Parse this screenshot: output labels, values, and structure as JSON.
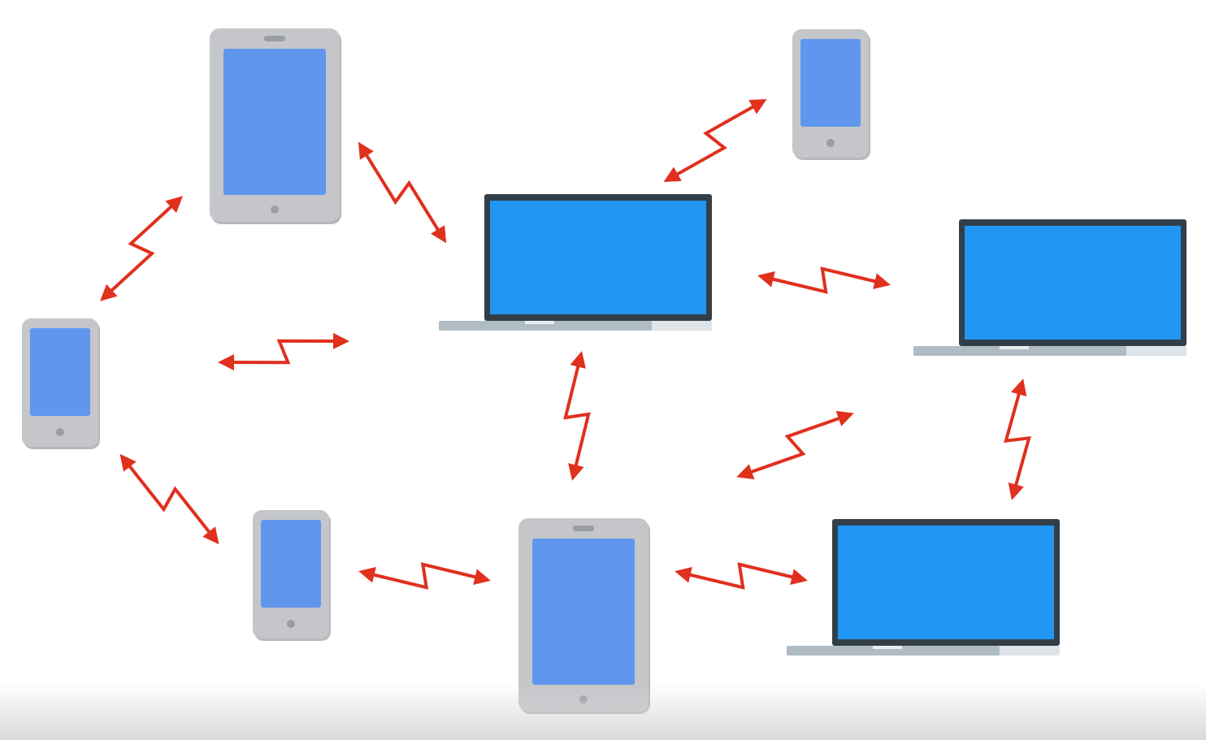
{
  "colors": {
    "background": "#ffffff",
    "device_body": "#c4c6ca",
    "device_body_shadow": "#b6b8bc",
    "device_screen": "#6196ee",
    "laptop_frame": "#333f48",
    "laptop_screen": "#2196f3",
    "laptop_base": "#b0bcc4",
    "laptop_base_light": "#dfe4e8",
    "arrow": "#e0301e"
  },
  "devices": [
    {
      "id": "tablet-top",
      "type": "tablet",
      "icon": "tablet-icon"
    },
    {
      "id": "phone-top-right",
      "type": "phone",
      "icon": "phone-icon"
    },
    {
      "id": "phone-left",
      "type": "phone",
      "icon": "phone-icon"
    },
    {
      "id": "phone-bottom",
      "type": "phone",
      "icon": "phone-icon"
    },
    {
      "id": "tablet-bottom",
      "type": "tablet",
      "icon": "tablet-icon"
    },
    {
      "id": "laptop-center",
      "type": "laptop",
      "icon": "laptop-icon"
    },
    {
      "id": "laptop-right",
      "type": "laptop",
      "icon": "laptop-icon"
    },
    {
      "id": "laptop-bottom-right",
      "type": "laptop",
      "icon": "laptop-icon"
    }
  ],
  "connections": [
    {
      "from": "phone-left",
      "to": "tablet-top",
      "style": "lightning-bidirectional"
    },
    {
      "from": "tablet-top",
      "to": "laptop-center",
      "style": "lightning-bidirectional"
    },
    {
      "from": "laptop-center",
      "to": "phone-top-right",
      "style": "lightning-bidirectional"
    },
    {
      "from": "phone-left",
      "to": "laptop-center",
      "style": "lightning-bidirectional"
    },
    {
      "from": "laptop-center",
      "to": "laptop-right",
      "style": "lightning-bidirectional"
    },
    {
      "from": "laptop-center",
      "to": "tablet-bottom",
      "style": "lightning-bidirectional"
    },
    {
      "from": "tablet-bottom",
      "to": "laptop-right",
      "style": "lightning-bidirectional"
    },
    {
      "from": "laptop-right",
      "to": "laptop-bottom-right",
      "style": "lightning-bidirectional"
    },
    {
      "from": "phone-left",
      "to": "phone-bottom",
      "style": "lightning-bidirectional"
    },
    {
      "from": "phone-bottom",
      "to": "tablet-bottom",
      "style": "lightning-bidirectional"
    },
    {
      "from": "tablet-bottom",
      "to": "laptop-bottom-right",
      "style": "lightning-bidirectional"
    }
  ]
}
